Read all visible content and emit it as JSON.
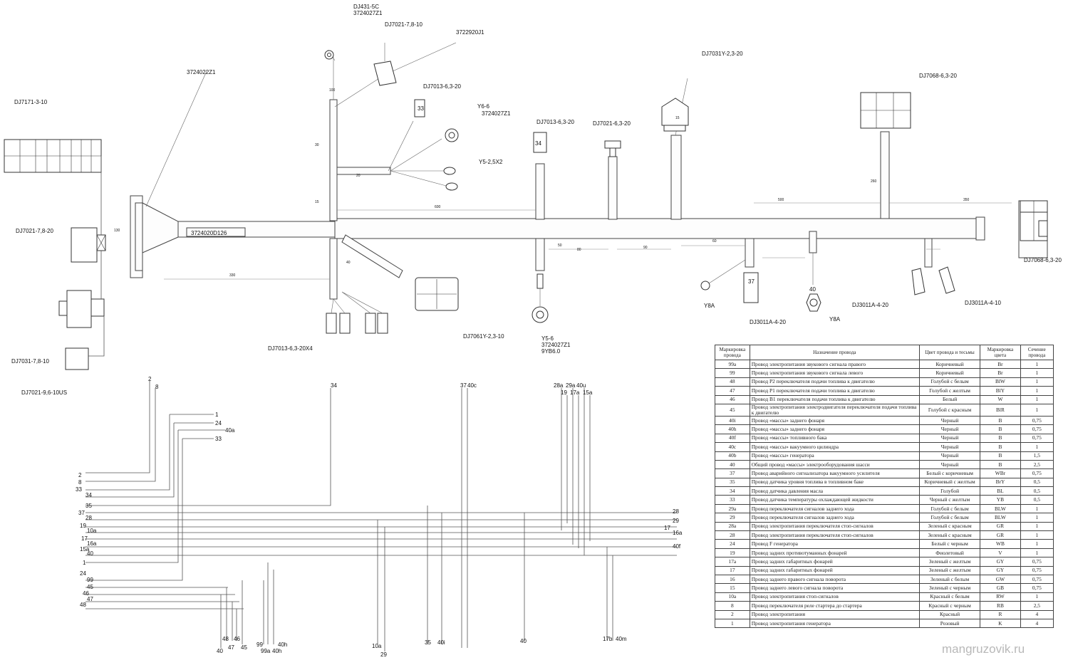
{
  "labels": {
    "dj431": "DJ431-5C",
    "p3724027z1_top": "3724027Z1",
    "dj7021_78_10_top": "DJ7021-7,8-10",
    "p3722920j1": "3722920J1",
    "p3724022z1": "3724022Z1",
    "dj7171": "DJ7171-3-10",
    "dj7013_top": "DJ7013-6,3-20",
    "y6_top": "Y6-6",
    "p3724027z1_y6": "3724027Z1",
    "y5_25x2": "Y5-2,5X2",
    "dj7013_mid": "DJ7013-6,3-20",
    "dj7021_63_20": "DJ7021-6,3-20",
    "dj7031y": "DJ7031Y-2,3-20",
    "dj7068_top": "DJ7068-6,3-20",
    "dj7068_right": "DJ7068-6,3-20",
    "dj7021_78_20": "DJ7021-7,8-20",
    "p3724020d126": "3724020D126",
    "dj7031_78_10": "DJ7031-7,8-10",
    "dj7021_96": "DJ7021-9,6-10US",
    "dj7013_x4": "DJ7013-6,3-20X4",
    "dj7061y": "DJ7061Y-2,3-10",
    "y56": "Y5-6",
    "p3724027z1_bot": "3724027Z1",
    "p9yb60": "9YB6.0",
    "y8a_left": "Y8A",
    "dj3011a_left": "DJ3011A-4-20",
    "y8a_right": "Y8A",
    "dj3011a_mid": "DJ3011A-4-20",
    "dj3011a_right": "DJ3011A-4-10"
  },
  "dims": {
    "d100": "100",
    "d30": "30",
    "d20": "20",
    "d15": "15",
    "d130": "130",
    "d40": "40",
    "d600": "600",
    "d330": "330",
    "d500": "500",
    "d50": "50",
    "d80": "80",
    "d350": "350",
    "d90": "90",
    "d60": "60",
    "d260": "260"
  },
  "pins": {
    "p34": "34",
    "p33": "33",
    "p40": "40",
    "p37": "37",
    "p15": "15"
  },
  "wiring_labels": {
    "top": [
      "2",
      "8",
      "34",
      "37",
      "40c",
      "28a",
      "19",
      "29a",
      "17a",
      "40u",
      "15a"
    ],
    "right_top": [
      "1",
      "24",
      "40a",
      "33"
    ],
    "left": [
      "2",
      "8",
      "33",
      "34",
      "35",
      "37",
      "28",
      "19",
      "10a",
      "17",
      "16a",
      "15a",
      "40",
      "1",
      "24",
      "99",
      "45",
      "46",
      "47",
      "48"
    ],
    "right": [
      "28",
      "29",
      "17",
      "16a",
      "40f"
    ],
    "bottom": [
      "40",
      "48",
      "47",
      "46",
      "45",
      "99",
      "99a",
      "40h",
      "40h",
      "10a",
      "29",
      "35",
      "40i",
      "40",
      "17b",
      "40m"
    ]
  },
  "table": {
    "headers": [
      "Маркировка провода",
      "Назначение провода",
      "Цвет провода и тесьмы",
      "Маркировка цвета",
      "Сечение провода"
    ],
    "rows": [
      [
        "99a",
        "Провод электропитания звукового сигнала правого",
        "Коричневый",
        "Br",
        "1"
      ],
      [
        "99",
        "Провод электропитания звукового сигнала левого",
        "Коричневый",
        "Br",
        "1"
      ],
      [
        "48",
        "Провод P2 переключателя подачи топлива к двигателю",
        "Голубой с белым",
        "BlW",
        "1"
      ],
      [
        "47",
        "Провод P1 переключателя подачи топлива к двигателю",
        "Голубой с желтым",
        "BlY",
        "1"
      ],
      [
        "46",
        "Провод B1 переключателя подачи топлива к двигателю",
        "Белый",
        "W",
        "1"
      ],
      [
        "45",
        "Провод электропитания электродвигателя переключателя подачи топлива к двигателю",
        "Голубой с красным",
        "BlR",
        "1"
      ],
      [
        "40i",
        "Провод «массы» заднего фонаря",
        "Черный",
        "B",
        "0,75"
      ],
      [
        "40h",
        "Провод «массы» заднего фонаря",
        "Черный",
        "B",
        "0,75"
      ],
      [
        "40f",
        "Провод «массы» топливного бака",
        "Черный",
        "B",
        "0,75"
      ],
      [
        "40c",
        "Провод «массы» вакуумного цилиндра",
        "Черный",
        "B",
        "1"
      ],
      [
        "40b",
        "Провод «массы» генератора",
        "Черный",
        "B",
        "1,5"
      ],
      [
        "40",
        "Общий провод «массы» электрооборудования шасси",
        "Черный",
        "B",
        "2,5"
      ],
      [
        "37",
        "Провод аварийного сигнализатора вакуумного усилителя",
        "Белый с коричневым",
        "WBr",
        "0,75"
      ],
      [
        "35",
        "Провод датчика уровня топлива в топливном баке",
        "Коричневый с желтым",
        "BrY",
        "0,5"
      ],
      [
        "34",
        "Провод датчика давления масла",
        "Голубой",
        "BL",
        "0,5"
      ],
      [
        "33",
        "Провод датчика температуры охлаждающей жидкости",
        "Черный с желтым",
        "YB",
        "0,5"
      ],
      [
        "29a",
        "Провод переключателя сигналов заднего хода",
        "Голубой с белым",
        "BLW",
        "1"
      ],
      [
        "29",
        "Провод переключателя сигналов заднего хода",
        "Голубой с белым",
        "BLW",
        "1"
      ],
      [
        "28a",
        "Провод электропитания переключателя стоп-сигналов",
        "Зеленый с красным",
        "GR",
        "1"
      ],
      [
        "28",
        "Провод электропитания переключателя стоп-сигналов",
        "Зеленый с красным",
        "GR",
        "1"
      ],
      [
        "24",
        "Провод F генератора",
        "Белый с черным",
        "WB",
        "1"
      ],
      [
        "19",
        "Провод задних противотуманных фонарей",
        "Фиолетовый",
        "V",
        "1"
      ],
      [
        "17a",
        "Провод задних габаритных фонарей",
        "Зеленый с желтым",
        "GY",
        "0,75"
      ],
      [
        "17",
        "Провод задних габаритных фонарей",
        "Зеленый с желтым",
        "GY",
        "0,75"
      ],
      [
        "16",
        "Провод заднего правого сигнала поворота",
        "Зеленый с белым",
        "GW",
        "0,75"
      ],
      [
        "15",
        "Провод заднего левого сигнала поворота",
        "Зеленый с черным",
        "GB",
        "0,75"
      ],
      [
        "10a",
        "Провод электропитания стоп-сигналов",
        "Красный с белым",
        "RW",
        "1"
      ],
      [
        "8",
        "Провод переключателя реле стартера до стартера",
        "Красный с черным",
        "RB",
        "2,5"
      ],
      [
        "2",
        "Провод электропитания",
        "Красный",
        "R",
        "4"
      ],
      [
        "1",
        "Провод электропитания генератора",
        "Розовый",
        "K",
        "4"
      ]
    ]
  },
  "watermark": "mangruzovik.ru"
}
